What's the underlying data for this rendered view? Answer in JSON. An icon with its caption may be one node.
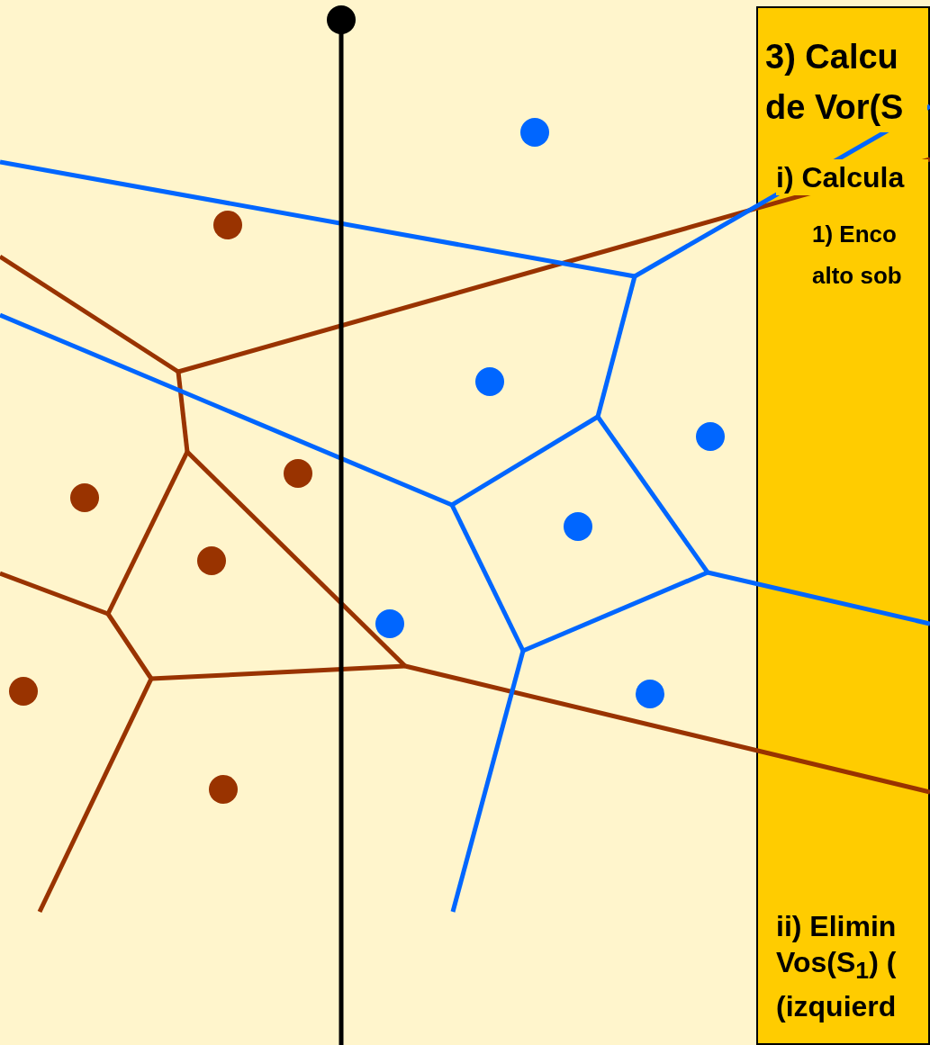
{
  "diagram": {
    "nodes": [
      {
        "text": [
          "3) Calcu de Vor(S",
          "i) Calcula",
          "1) Enco alto sob",
          "ii) Elimin Vos(S$_{1}$) ( (izquierd"
        ]
      }
    ]
  }
}
